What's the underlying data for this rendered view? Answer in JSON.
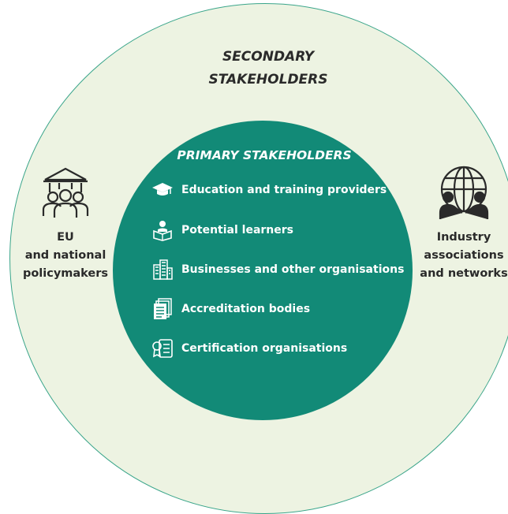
{
  "secondary": {
    "title": "SECONDARY\nSTAKEHOLDERS",
    "left": {
      "icon": "government-building-people-icon",
      "label": "EU\nand national\npolicymakers"
    },
    "right": {
      "icon": "globe-handshake-icon",
      "label": "Industry\nassociations\nand networks"
    }
  },
  "primary": {
    "title": "PRIMARY STAKEHOLDERS",
    "items": [
      {
        "icon": "graduation-cap-icon",
        "label": "Education and training providers"
      },
      {
        "icon": "learner-reading-icon",
        "label": "Potential learners"
      },
      {
        "icon": "office-buildings-icon",
        "label": "Businesses and other organisations"
      },
      {
        "icon": "documents-stack-icon",
        "label": "Accreditation bodies"
      },
      {
        "icon": "certificate-icon",
        "label": "Certification organisations"
      }
    ]
  },
  "colors": {
    "outer_fill": "#edf3e2",
    "outer_border": "#3aa58a",
    "inner_fill": "#128a77",
    "text_dark": "#2a2a2a"
  }
}
